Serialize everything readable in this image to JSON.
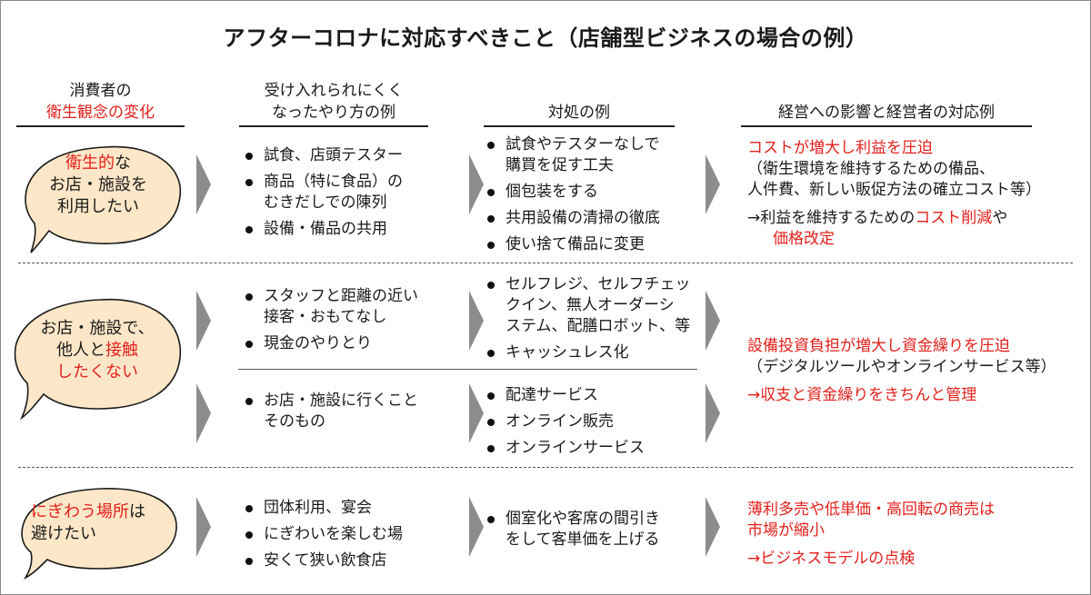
{
  "title": "アフターコロナに対応すべきこと（店舗型ビジネスの場合の例）",
  "headers": {
    "col1_line1": "消費者の",
    "col1_line2": "衛生観念の変化",
    "col2_line1": "受け入れられにくく",
    "col2_line2": "なったやり方の例",
    "col3": "対処の例",
    "col4": "経営への影響と経営者の対応例"
  },
  "rows": [
    {
      "bubble": {
        "red": "衛生的",
        "rest1": "な",
        "line2": "お店・施設を",
        "line3": "利用したい"
      },
      "practices": [
        "試食、店頭テスター",
        "商品（特に食品）の\nむきだしでの陳列",
        "設備・備品の共用"
      ],
      "actions": [
        "試食やテスターなしで\n購買を促す工夫",
        "個包装をする",
        "共用設備の清掃の徹底",
        "使い捨て備品に変更"
      ],
      "impact": {
        "red1": "コストが増大し利益を圧迫",
        "line2": "（衛生環境を維持するための備品、",
        "line3": "人件費、新しい販促方法の確立コスト等）",
        "line4_pre": "→利益を維持するための",
        "line4_red": "コスト削減",
        "line4_post": "や",
        "line5_red": "価格改定"
      }
    },
    {
      "bubble": {
        "line1": "お店・施設で、",
        "line2_pre": "他人と",
        "line2_red": "接触",
        "line3_red": "したくない"
      },
      "practices_a": [
        "スタッフと距離の近い\n接客・おもてなし",
        "現金のやりとり"
      ],
      "actions_a": [
        "セルフレジ、セルフチェッ\nクイン、無人オーダーシ\nステム、配膳ロボット、等",
        "キャッシュレス化"
      ],
      "practices_b": [
        "お店・施設に行くこと\nそのもの"
      ],
      "actions_b": [
        "配達サービス",
        "オンライン販売",
        "オンラインサービス"
      ],
      "impact": {
        "red1": "設備投資負担が増大し資金繰りを圧迫",
        "line2": "（デジタルツールやオンラインサービス等）",
        "line3_red": "→収支と資金繰りをきちんと管理"
      }
    },
    {
      "bubble": {
        "line1_red": "にぎわう場所",
        "line1_post": "は",
        "line2": "避けたい"
      },
      "practices": [
        "団体利用、宴会",
        "にぎわいを楽しむ場",
        "安くて狭い飲食店"
      ],
      "actions": [
        "個室化や客席の間引き\nをして客単価を上げる"
      ],
      "impact": {
        "red1": "薄利多売や低単価・高回転の商売は",
        "red2": "市場が縮小",
        "line3_red": "→ビジネスモデルの点検"
      }
    }
  ],
  "colors": {
    "accent_red": "#e3211c",
    "bubble_fill": "#fde7c8",
    "arrow_gray": "#8c8c8c"
  }
}
